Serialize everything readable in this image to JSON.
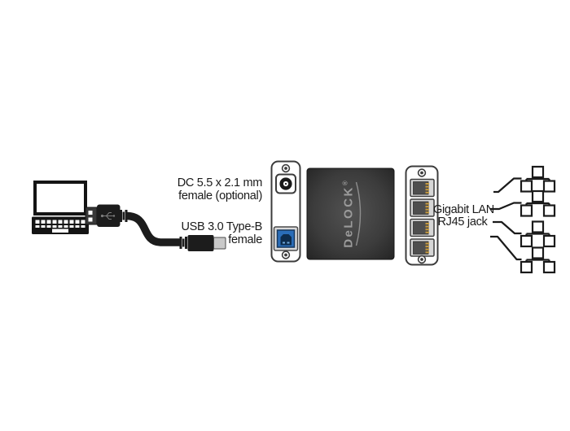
{
  "labels": {
    "dc": {
      "line1": "DC 5.5 x 2.1 mm",
      "line2": "female (optional)"
    },
    "usb_b": {
      "line1": "USB 3.0 Type-B",
      "line2": "female"
    },
    "lan": {
      "line1": "Gigabit LAN",
      "line2": "RJ45 jack"
    }
  },
  "device": {
    "logo_text": "DeLOCK",
    "logo_registered": "®",
    "rj45_jack_count": 4,
    "network_icon_count": 4,
    "dc_jack_count": 1,
    "usb_b_port_count": 1
  },
  "icons": {
    "source": [
      "laptop-icon",
      "usb-a-plug-icon",
      "usb-cable",
      "usb-b-plug-icon"
    ],
    "adapter": [
      "screw-icon",
      "dc-jack-icon",
      "usb-b-port-icon",
      "rj45-jack-icon",
      "delock-logo"
    ],
    "network": [
      "network-lan-icon",
      "connector-line"
    ]
  },
  "colors": {
    "background": "#ffffff",
    "line_black": "#1a1a1a",
    "adapter_body_dark": "#3c3c3c",
    "logo_gray": "#9b9b9b",
    "panel_border": "#3c3c3c",
    "usb3_blue": "#2a6db8",
    "usb3_blue_dark": "#0d2c4d",
    "rj45_pin_gold": "#c79a3e",
    "connector_metal": "#c9c9c9"
  }
}
